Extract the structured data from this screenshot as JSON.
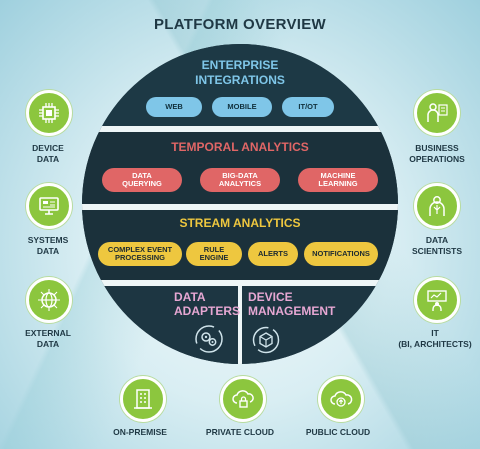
{
  "title": "PLATFORM OVERVIEW",
  "layers": {
    "enterprise": {
      "title_line1": "ENTERPRISE",
      "title_line2": "INTEGRATIONS",
      "items": [
        "WEB",
        "MOBILE",
        "IT/OT"
      ]
    },
    "temporal": {
      "title": "TEMPORAL ANALYTICS",
      "items": [
        [
          "DATA",
          "QUERYING"
        ],
        [
          "BIG-DATA",
          "ANALYTICS"
        ],
        [
          "MACHINE",
          "LEARNING"
        ]
      ]
    },
    "stream": {
      "title": "STREAM ANALYTICS",
      "items": [
        [
          "COMPLEX EVENT",
          "PROCESSING"
        ],
        [
          "RULE",
          "ENGINE"
        ],
        [
          "ALERTS"
        ],
        [
          "NOTIFICATIONS"
        ]
      ]
    },
    "adapters": {
      "line1": "DATA",
      "line2": "ADAPTERS"
    },
    "device_management": {
      "line1": "DEVICE",
      "line2": "MANAGEMENT"
    }
  },
  "left_nodes": [
    {
      "icon": "chip-icon",
      "lines": [
        "DEVICE",
        "DATA"
      ]
    },
    {
      "icon": "computer-monitor-icon",
      "lines": [
        "SYSTEMS",
        "DATA"
      ]
    },
    {
      "icon": "globe-network-icon",
      "lines": [
        "EXTERNAL",
        "DATA"
      ]
    }
  ],
  "right_nodes": [
    {
      "icon": "business-person-icon",
      "lines": [
        "BUSINESS",
        "OPERATIONS"
      ]
    },
    {
      "icon": "scientist-icon",
      "lines": [
        "DATA",
        "SCIENTISTS"
      ]
    },
    {
      "icon": "presenter-icon",
      "lines": [
        "IT",
        "(BI, ARCHITECTS)"
      ]
    }
  ],
  "bottom_nodes": [
    {
      "icon": "building-icon",
      "label": "ON-PREMISE"
    },
    {
      "icon": "cloud-lock-icon",
      "label": "PRIVATE CLOUD"
    },
    {
      "icon": "cloud-upload-icon",
      "label": "PUBLIC CLOUD"
    }
  ],
  "colors": {
    "dark_navy": "#1f3540",
    "accent_blue": "#7fc6e8",
    "accent_red": "#e06666",
    "accent_yellow": "#eec73f",
    "accent_green": "#8cc63e",
    "accent_pink": "#e6a7d3",
    "title_text": "#1f3844"
  }
}
